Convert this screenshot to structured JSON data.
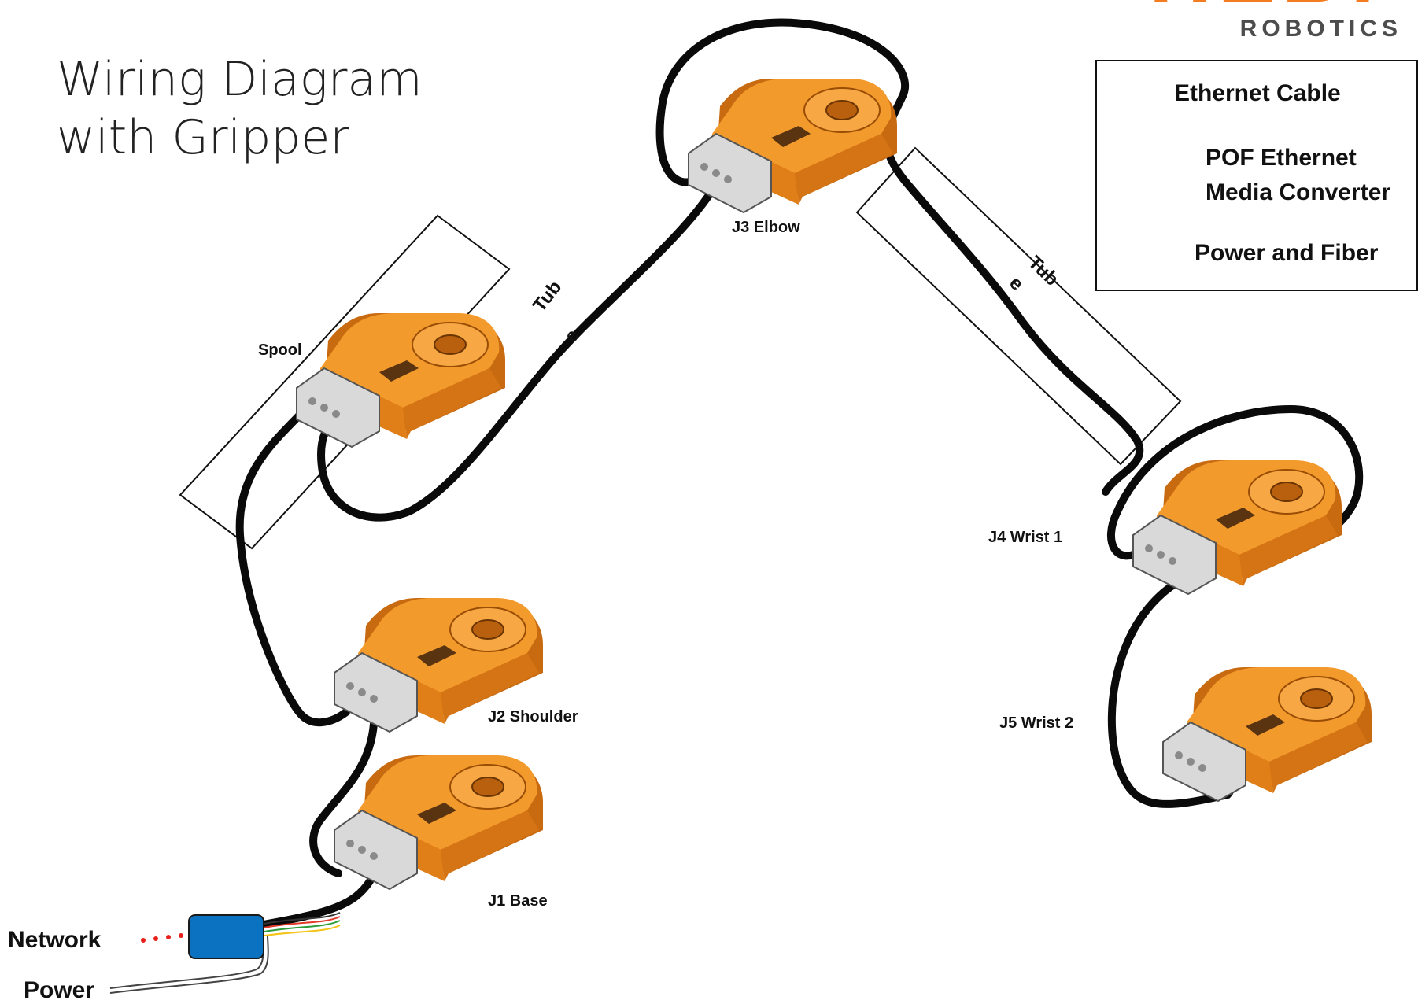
{
  "title": {
    "line1": "Wiring Diagram",
    "line2": "with Gripper"
  },
  "brand": {
    "name": "ROBOTICS",
    "name_top": "HEBI"
  },
  "legend": {
    "items": [
      {
        "label": "Ethernet Cable",
        "symbol": "red-dotted-line"
      },
      {
        "label": "POF Ethernet",
        "label2": "Media Converter",
        "symbol": "blue-box"
      },
      {
        "label": "Power and Fiber",
        "symbol": "black-thick-line"
      }
    ]
  },
  "modules": {
    "j3": "J3 Elbow",
    "spool": "Spool",
    "j2": "J2 Shoulder",
    "j1": "J1 Base",
    "j4": "J4 Wrist 1",
    "j5": "J5 Wrist 2"
  },
  "tubes": {
    "tube_a": "Tub",
    "tube_a2": "e",
    "tube_b": "Tub",
    "tube_b2": "e"
  },
  "io": {
    "network": "Network",
    "power": "Power"
  },
  "colors": {
    "actuator_orange": "#f08a1c",
    "actuator_dark": "#c86a10",
    "connector_gray": "#d9d9d9",
    "converter_blue": "#0a72c0",
    "ethernet_red": "#e8201a",
    "cable_black": "#0a0a0a"
  }
}
